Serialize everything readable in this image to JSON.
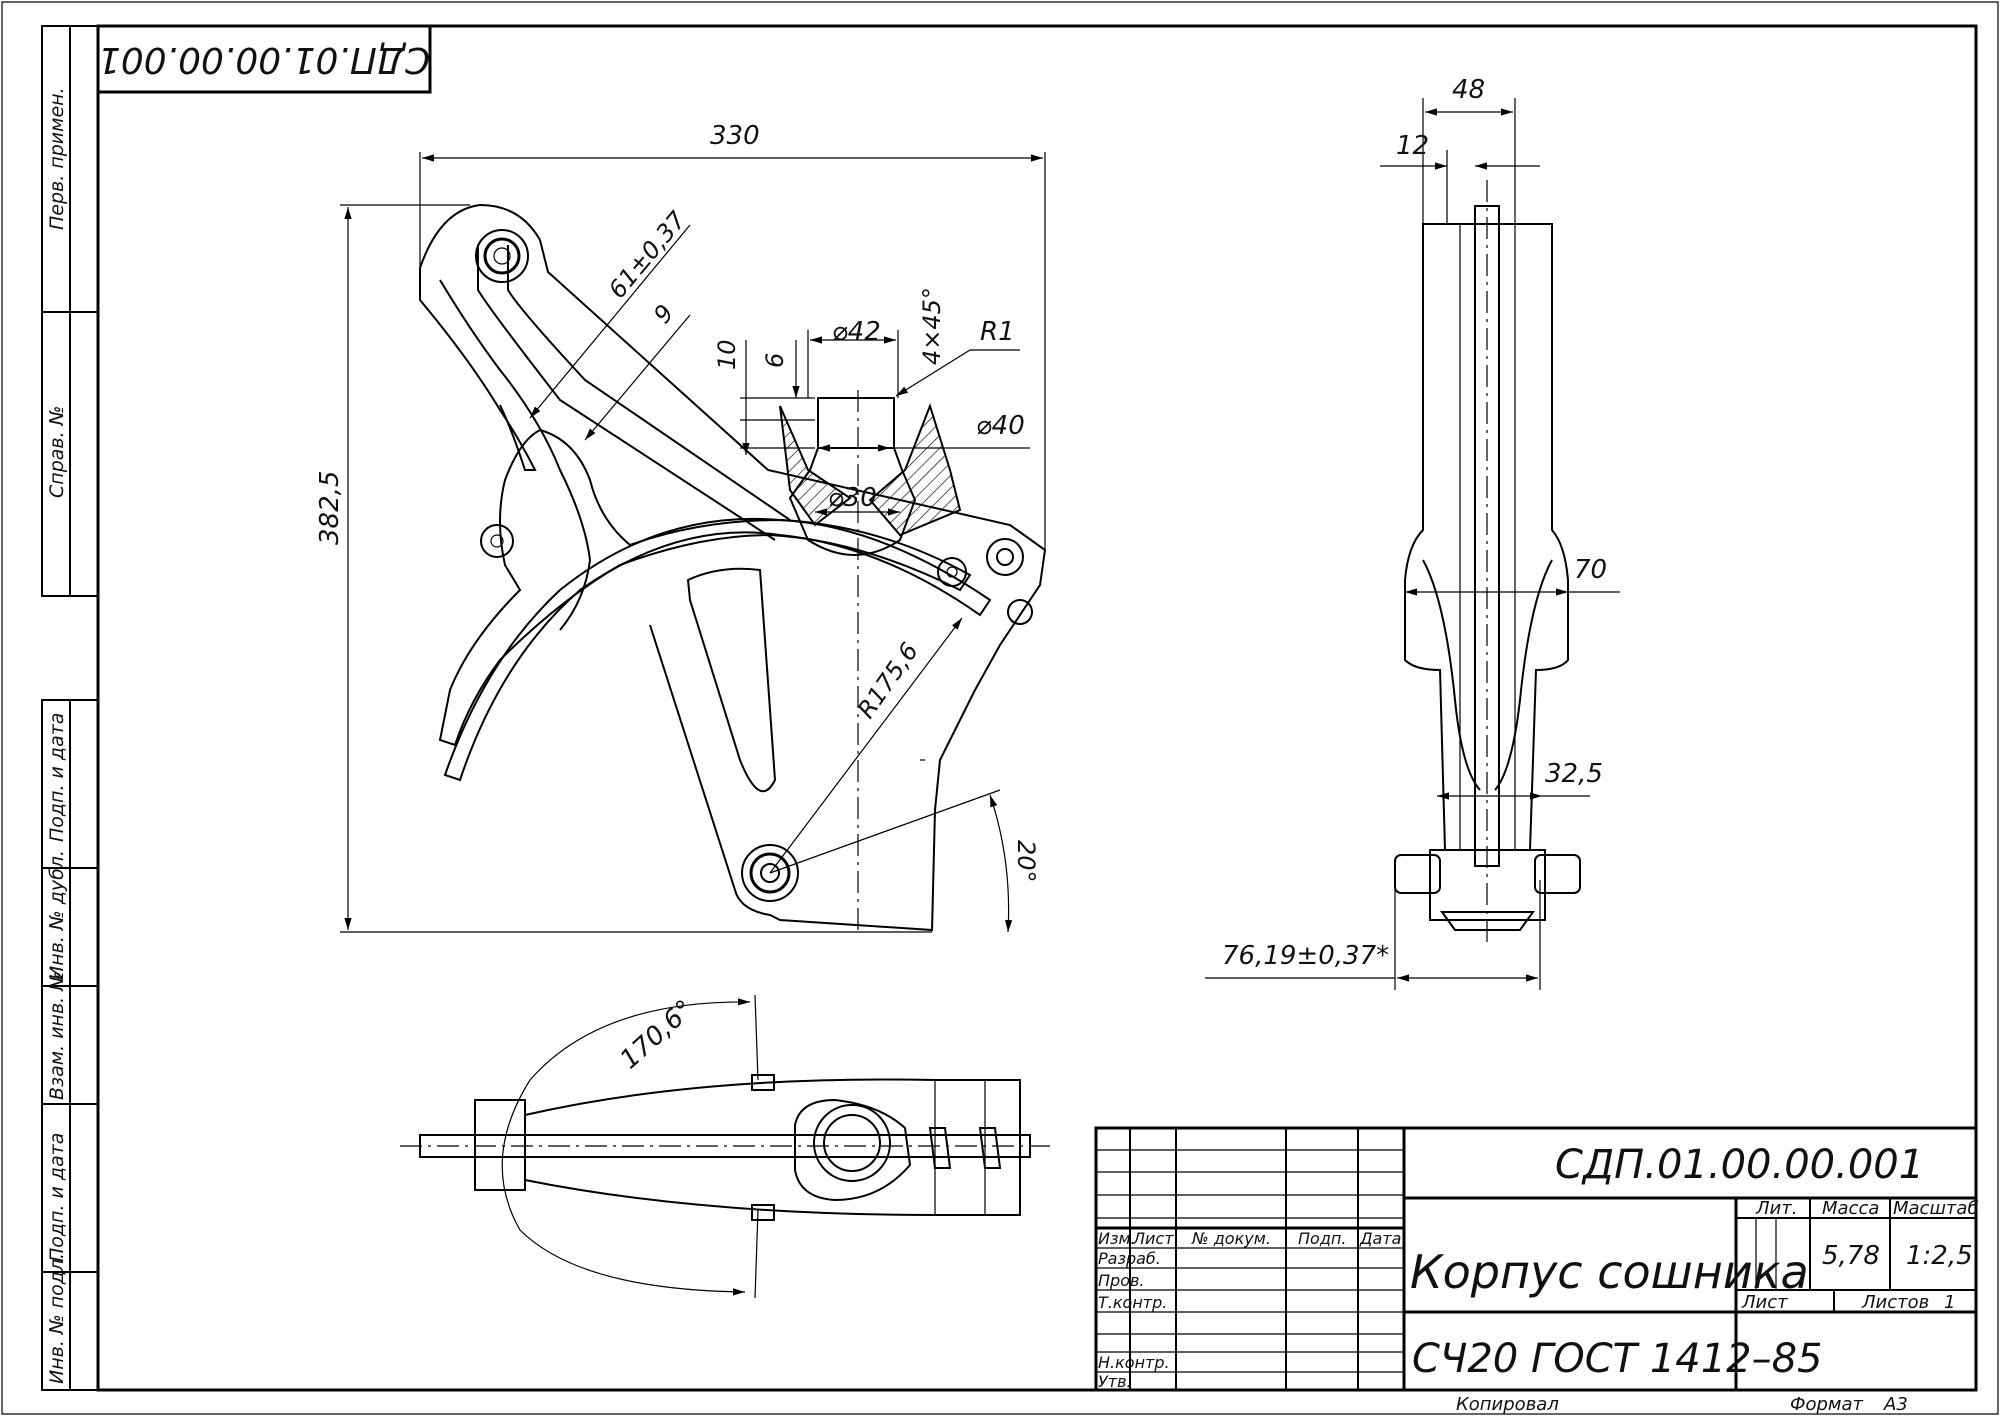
{
  "stamp": {
    "designation_top": "СДП.01.00.00.001",
    "designation": "СДП.01.00.00.001",
    "name": "Корпус сошника",
    "material": "СЧ20 ГОСТ 1412–85",
    "lit_label": "Лит.",
    "mass_label": "Масса",
    "scale_label": "Масштаб",
    "mass_value": "5,78",
    "scale_value": "1:2,5",
    "sheet_label": "Лист",
    "sheets_label": "Листов",
    "sheets_value": "1",
    "col_izm": "Изм.",
    "col_list": "Лист",
    "col_doc": "№ докум.",
    "col_sign": "Подп.",
    "col_date": "Дата",
    "row_razrab": "Разраб.",
    "row_prov": "Пров.",
    "row_tkontr": "Т.контр.",
    "row_nkontr": "Н.контр.",
    "row_utv": "Утв.",
    "copied": "Копировал",
    "format_label": "Формат",
    "format_value": "А3"
  },
  "side_strip": {
    "perv_primen": "Перв. примен.",
    "sprav_no": "Справ. №",
    "podp_data_1": "Подп. и дата",
    "inv_dubl": "Инв. № дубл.",
    "vzam_inv": "Взам. инв. №",
    "podp_data_2": "Подп. и дата",
    "inv_podl": "Инв. № подл."
  },
  "dimensions": {
    "d330": "330",
    "d382": "382,5",
    "d61": "61±0,37",
    "d9": "9",
    "d10": "10",
    "d6": "6",
    "d42": "⌀42",
    "d4x45": "4×45°",
    "r1": "R1",
    "d40": "⌀40",
    "d30": "⌀30",
    "r175": "R175,6",
    "a20": "20°",
    "d48": "48",
    "d12": "12",
    "d70": "70",
    "d32": "32,5",
    "d76": "76,19±0,37*",
    "a170": "170,6°"
  }
}
